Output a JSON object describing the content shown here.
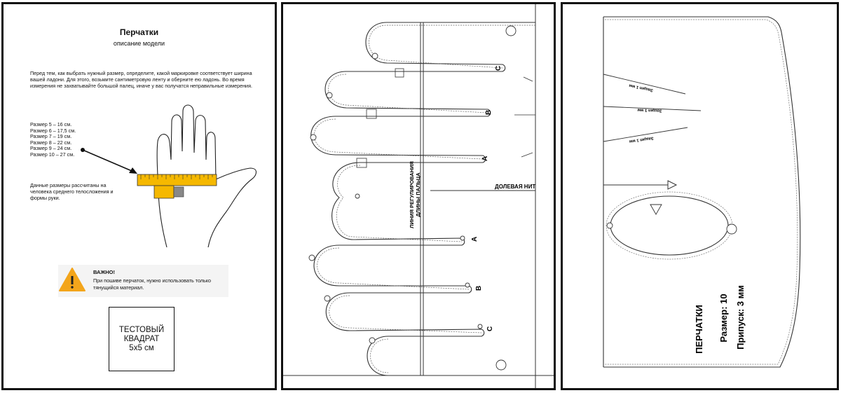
{
  "page1": {
    "title": "Перчатки",
    "subtitle": "описание модели",
    "intro": "Перед тем, как выбрать нужный размер, определите, какой маркировке соответствует ширина вашей ладони. Для этого, возьмите сантиметровую ленту и оберните ею ладонь. Во время измерения не захватывайте большой палец, иначе у вас получатся неправильные измерения.",
    "sizes": [
      "Размер 5 – 16 см.",
      "Размер 6 – 17,5 см.",
      "Размер 7 – 19 см.",
      "Размер 8 – 22 см.",
      "Размер 9 – 24 см.",
      "Размер 10 – 27 см."
    ],
    "average_note": "Данные размеры рассчитаны на человека среднего телосложения и формы руки.",
    "warning_title": "ВАЖНО!",
    "warning_text": "При пошиве перчаток, нужно использовать только тянущийся материал.",
    "test_square": [
      "ТЕСТОВЫЙ",
      "КВАДРАТ",
      "5х5 см"
    ],
    "tape_color": "#f5b800",
    "warning_color": "#f3a51b"
  },
  "page2": {
    "length_line_label_1": "ЛИНИЯ РЕГУЛИРОВАНИЯ",
    "length_line_label_2": "ДЛИНЫ ПАЛЬЦА",
    "grain_label": "ДОЛЕВАЯ НИТ",
    "finger_marks": [
      "С",
      "В",
      "А",
      "А",
      "В",
      "С"
    ]
  },
  "page3": {
    "tuck_labels": [
      "Защип 1 мм",
      "Защип 1 мм",
      "Защип 1 мм"
    ],
    "product": "ПЕРЧАТКИ",
    "size": "Размер: 10",
    "allowance": "Припуск: 3 мм"
  }
}
